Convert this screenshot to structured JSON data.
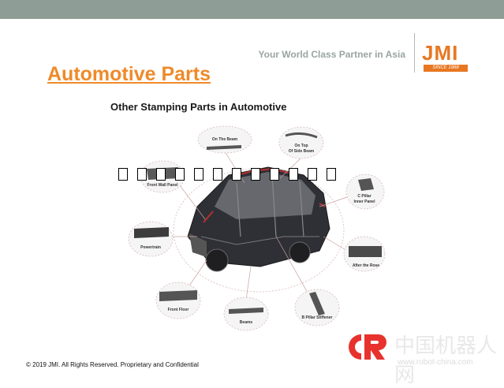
{
  "header": {
    "tagline": "Your World Class Partner in Asia",
    "logo": {
      "brand": "JMI",
      "since": "SINCE 1968",
      "accent": "#e87722"
    },
    "bar_color": "#8f9d97"
  },
  "slide": {
    "title": "Automotive Parts",
    "title_color": "#ee8a2a",
    "figure_title": "Other Stamping Parts in Automotive"
  },
  "parts": [
    {
      "id": "on-the-beam",
      "label": "On The Beam"
    },
    {
      "id": "on-top-of-side-beam",
      "label": "On Top",
      "label2": "Of Side Beam"
    },
    {
      "id": "front-wall-panel",
      "label": "Front Wall Panel"
    },
    {
      "id": "c-pillar-inner-panel",
      "label": "C Pillar",
      "label2": "Inner Panel"
    },
    {
      "id": "powertrain",
      "label": "Powertrain"
    },
    {
      "id": "after-the-rose",
      "label": "After the Rose"
    },
    {
      "id": "front-floor",
      "label": "Front Floor"
    },
    {
      "id": "beams",
      "label": "Beams"
    },
    {
      "id": "b-pillar-stiffener",
      "label": "B Pillar Stiffener"
    }
  ],
  "footer": {
    "copyright": "© 2019 JMI.  All Rights Reserved.  Proprietary and Confidential"
  },
  "watermark": {
    "cn": "中国机器人网",
    "url": "www.robot-china.com",
    "accent": "#e8322d"
  }
}
